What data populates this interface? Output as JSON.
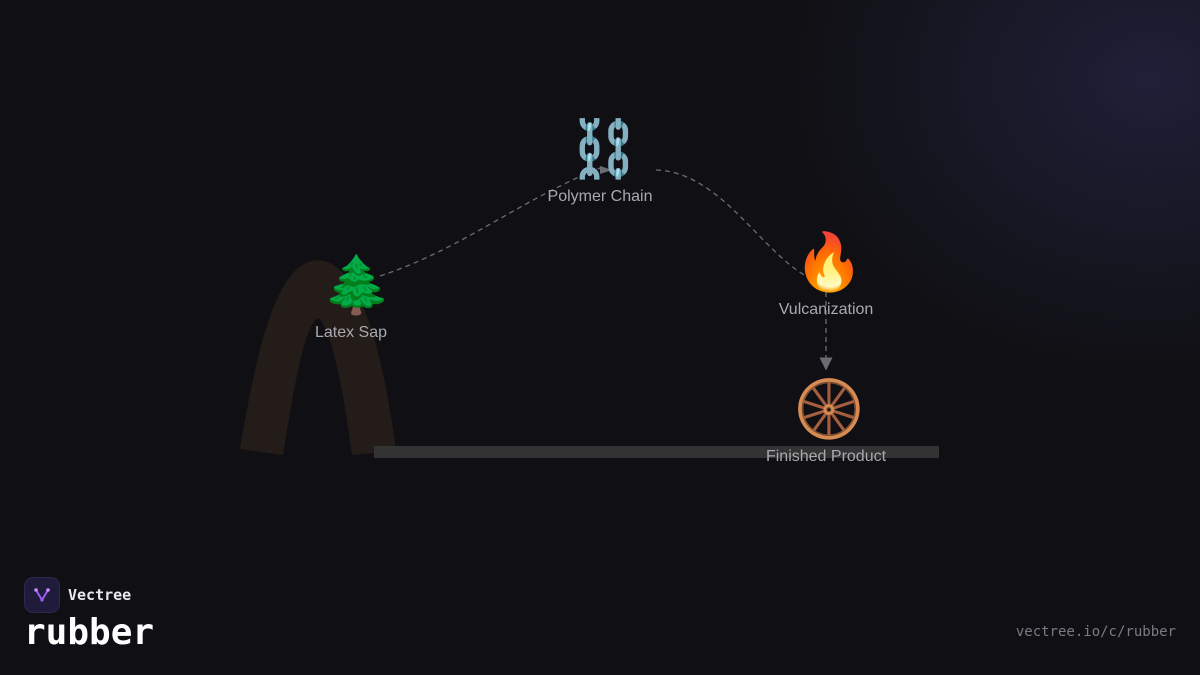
{
  "diagram": {
    "nodes": [
      {
        "id": "latex",
        "emoji": "🌲",
        "label": "Latex Sap"
      },
      {
        "id": "polymer",
        "emoji": "⛓️",
        "label": "Polymer Chain"
      },
      {
        "id": "vulcanization",
        "emoji": "🔥",
        "label": "Vulcanization"
      },
      {
        "id": "product",
        "emoji": "🛞",
        "label": "Finished Product"
      }
    ],
    "edges": [
      {
        "from": "latex",
        "to": "polymer",
        "style": "dashed"
      },
      {
        "from": "polymer",
        "to": "vulcanization",
        "style": "dashed"
      },
      {
        "from": "vulcanization",
        "to": "product",
        "style": "dashed",
        "arrow": true
      }
    ]
  },
  "brand": {
    "name": "Vectree",
    "logo_icon": "vectree-logo-icon",
    "accent": "#9b5cf5"
  },
  "topic": "rubber",
  "url": "vectree.io/c/rubber",
  "colors": {
    "background": "#101014",
    "tree_trunk": "#231c18",
    "ground": "#333333",
    "edge": "#6b6b72",
    "label": "#a9a9b0"
  }
}
